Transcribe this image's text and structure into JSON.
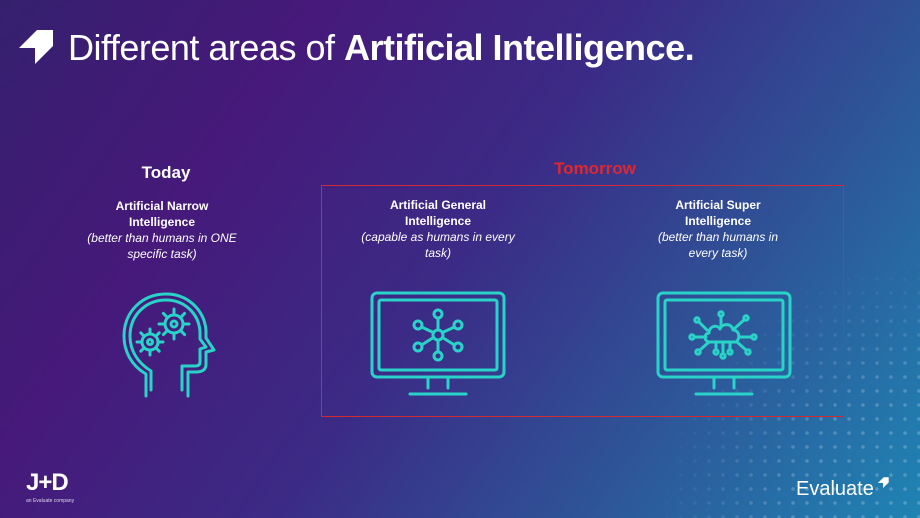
{
  "slide": {
    "title_light": "Different areas of ",
    "title_bold": "Artificial Intelligence."
  },
  "columns": {
    "today": "Today",
    "tomorrow": "Tomorrow"
  },
  "areas": [
    {
      "name_line1": "Artificial Narrow",
      "name_line2": "Intelligence",
      "desc_line1": "(better than humans in ONE",
      "desc_line2": "specific task)",
      "icon": "brain-gears-icon"
    },
    {
      "name_line1": "Artificial General",
      "name_line2": "Intelligence",
      "desc_line1": "(capable as humans in every",
      "desc_line2": "task)",
      "icon": "monitor-network-icon"
    },
    {
      "name_line1": "Artificial Super",
      "name_line2": "Intelligence",
      "desc_line1": "(better than humans in",
      "desc_line2": "every task)",
      "icon": "monitor-cloud-icon"
    }
  ],
  "footer": {
    "brand_left": "J+D",
    "brand_left_sub": "an Evaluate company",
    "brand_right": "Evaluate"
  },
  "colors": {
    "accent_icon": "#29d3c8",
    "tomorrow_red": "#e0262f"
  }
}
